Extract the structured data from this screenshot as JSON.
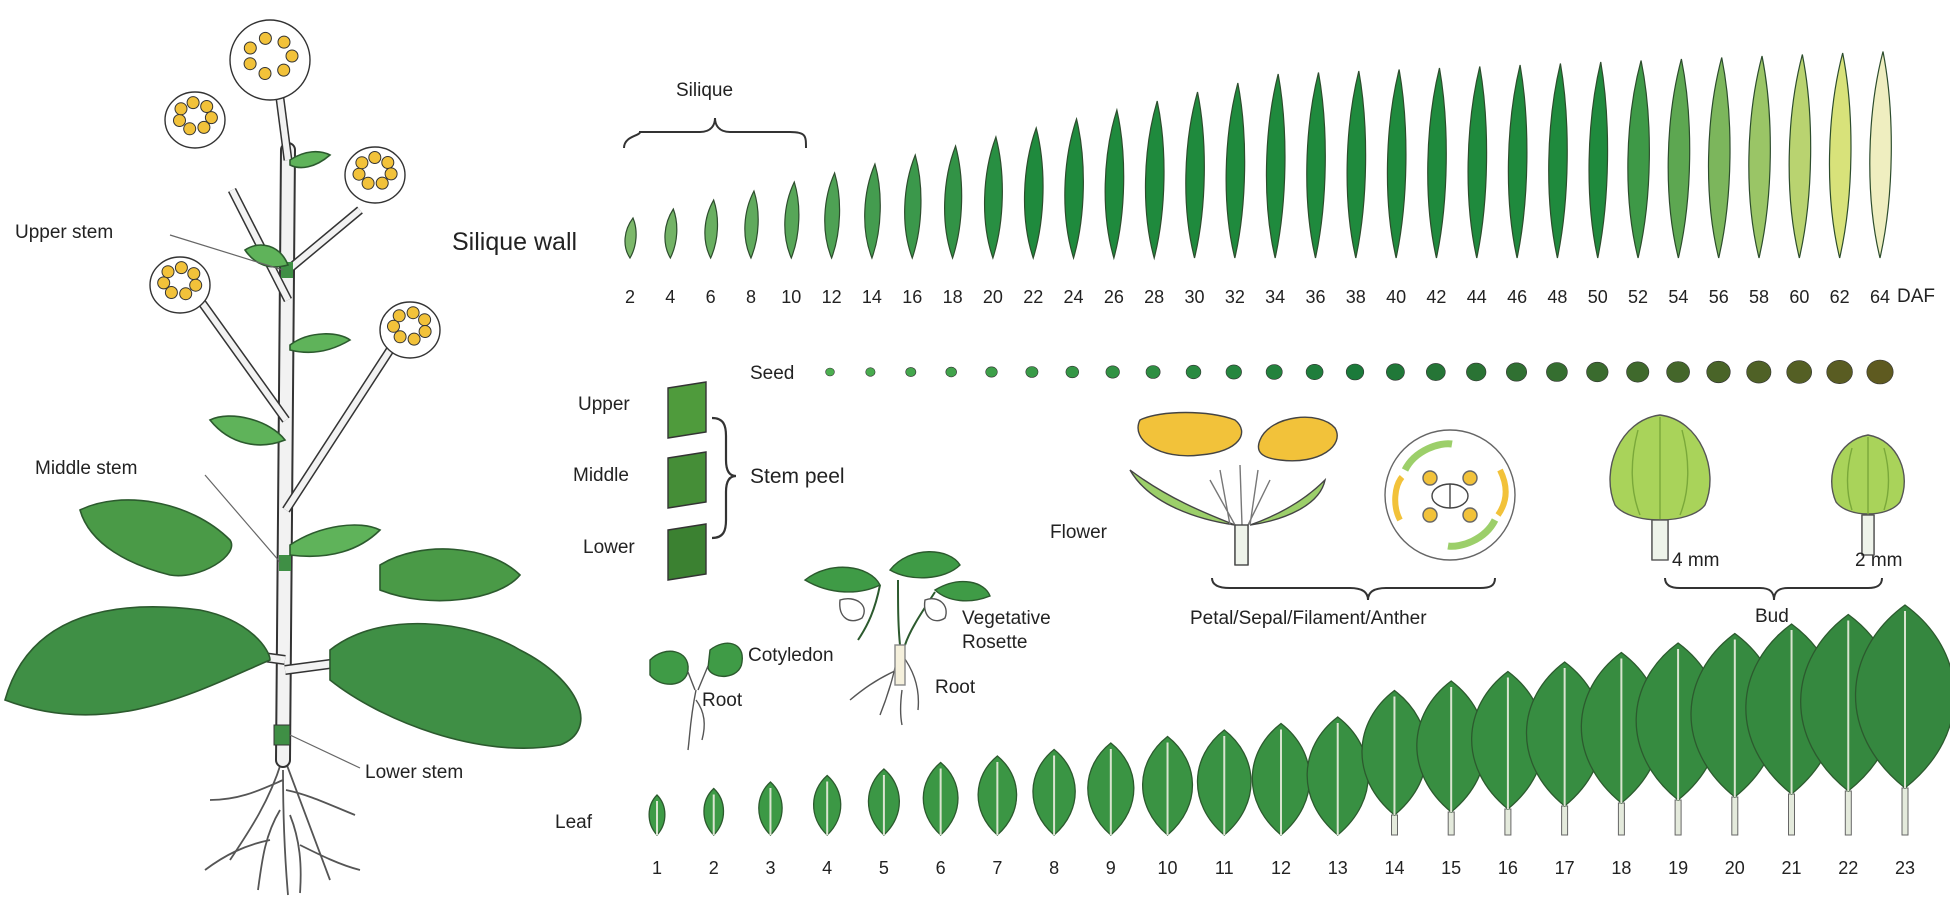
{
  "plant_labels": {
    "upper_stem": "Upper stem",
    "middle_stem": "Middle stem",
    "lower_stem": "Lower stem"
  },
  "silique": {
    "group_label": "Silique",
    "row_label": "Silique wall",
    "unit": "DAF",
    "days": [
      "2",
      "4",
      "6",
      "8",
      "10",
      "12",
      "14",
      "16",
      "18",
      "20",
      "22",
      "24",
      "26",
      "28",
      "30",
      "32",
      "34",
      "36",
      "38",
      "40",
      "42",
      "44",
      "46",
      "48",
      "50",
      "52",
      "54",
      "56",
      "58",
      "60",
      "62",
      "64"
    ],
    "colors": {
      "early": "#7cb86a",
      "mid": "#1f8a3d",
      "late": "#d8e27a",
      "last": "#efeec0"
    }
  },
  "seed": {
    "label": "Seed",
    "colors": {
      "early": "#4caf50",
      "mid": "#1b7a3a",
      "late": "#5e5a20"
    }
  },
  "stem_peel": {
    "group_label": "Stem peel",
    "items": [
      "Upper",
      "Middle",
      "Lower"
    ],
    "color": "#4f9b3c"
  },
  "flower": {
    "label": "Flower",
    "parts_label": "Petal/Sepal/Filament/Anther",
    "petal_color": "#f2c23a",
    "sepal_color": "#9ccf6a"
  },
  "bud": {
    "group_label": "Bud",
    "sizes": [
      "4 mm",
      "2 mm"
    ],
    "color": "#a9d35a"
  },
  "seedling": {
    "cotyledon": "Cotyledon",
    "root_1": "Root",
    "vegetative_rosette": "Vegetative\nRosette",
    "root_2": "Root"
  },
  "leaf": {
    "label": "Leaf",
    "numbers": [
      "1",
      "2",
      "3",
      "4",
      "5",
      "6",
      "7",
      "8",
      "9",
      "10",
      "11",
      "12",
      "13",
      "14",
      "15",
      "16",
      "17",
      "18",
      "19",
      "20",
      "21",
      "22",
      "23"
    ],
    "color": "#3d9b46"
  },
  "palette": {
    "leaf_dark": "#3f8f45",
    "leaf_light": "#5fb35a",
    "stem": "#f2f2f2",
    "outline": "#333333"
  }
}
